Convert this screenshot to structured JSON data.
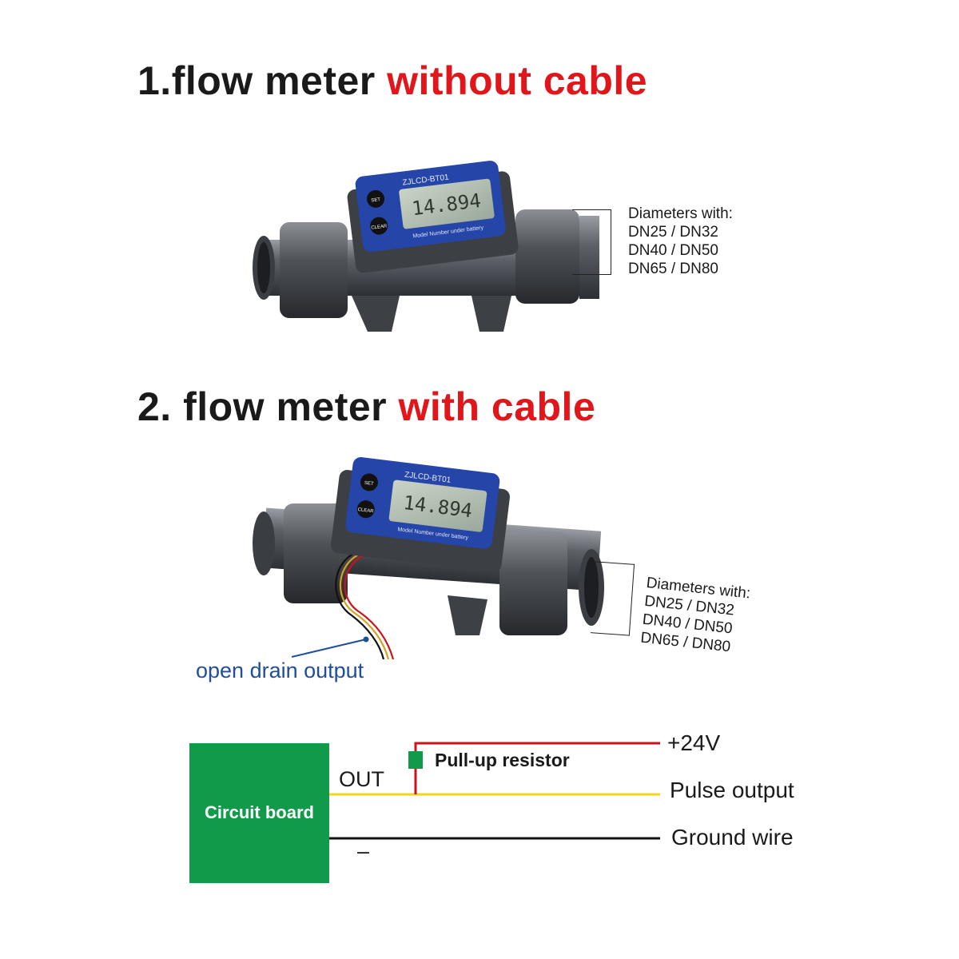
{
  "heading1": {
    "prefix": "1.flow meter ",
    "highlight": "without cable"
  },
  "heading2": {
    "prefix": "2. flow meter ",
    "highlight": "with cable"
  },
  "meter": {
    "model": "ZJLCD-BT01",
    "display_value": "14.894",
    "set_button": "SET",
    "clear_button": "CLEAR",
    "bezel_text": "Model Number under battery"
  },
  "diameters": {
    "title": "Diameters with:",
    "line1": "DN25 / DN32",
    "line2": "DN40 / DN50",
    "line3": "DN65 / DN80"
  },
  "open_drain_label": "open drain output",
  "circuit": {
    "board_label": "Circuit board",
    "out_label": "OUT",
    "minus_label": "–",
    "pullup_label": "Pull-up resistor",
    "v24_label": "+24V",
    "pulse_label": "Pulse output",
    "ground_label": "Ground wire"
  },
  "colors": {
    "highlight_red": "#e0161b",
    "board_green": "#109a4a",
    "wire_red": "#c8141c",
    "wire_yellow": "#f2d51c",
    "wire_black": "#111111",
    "drain_blue": "#1f4e9a",
    "meter_blue": "#2546a8"
  }
}
